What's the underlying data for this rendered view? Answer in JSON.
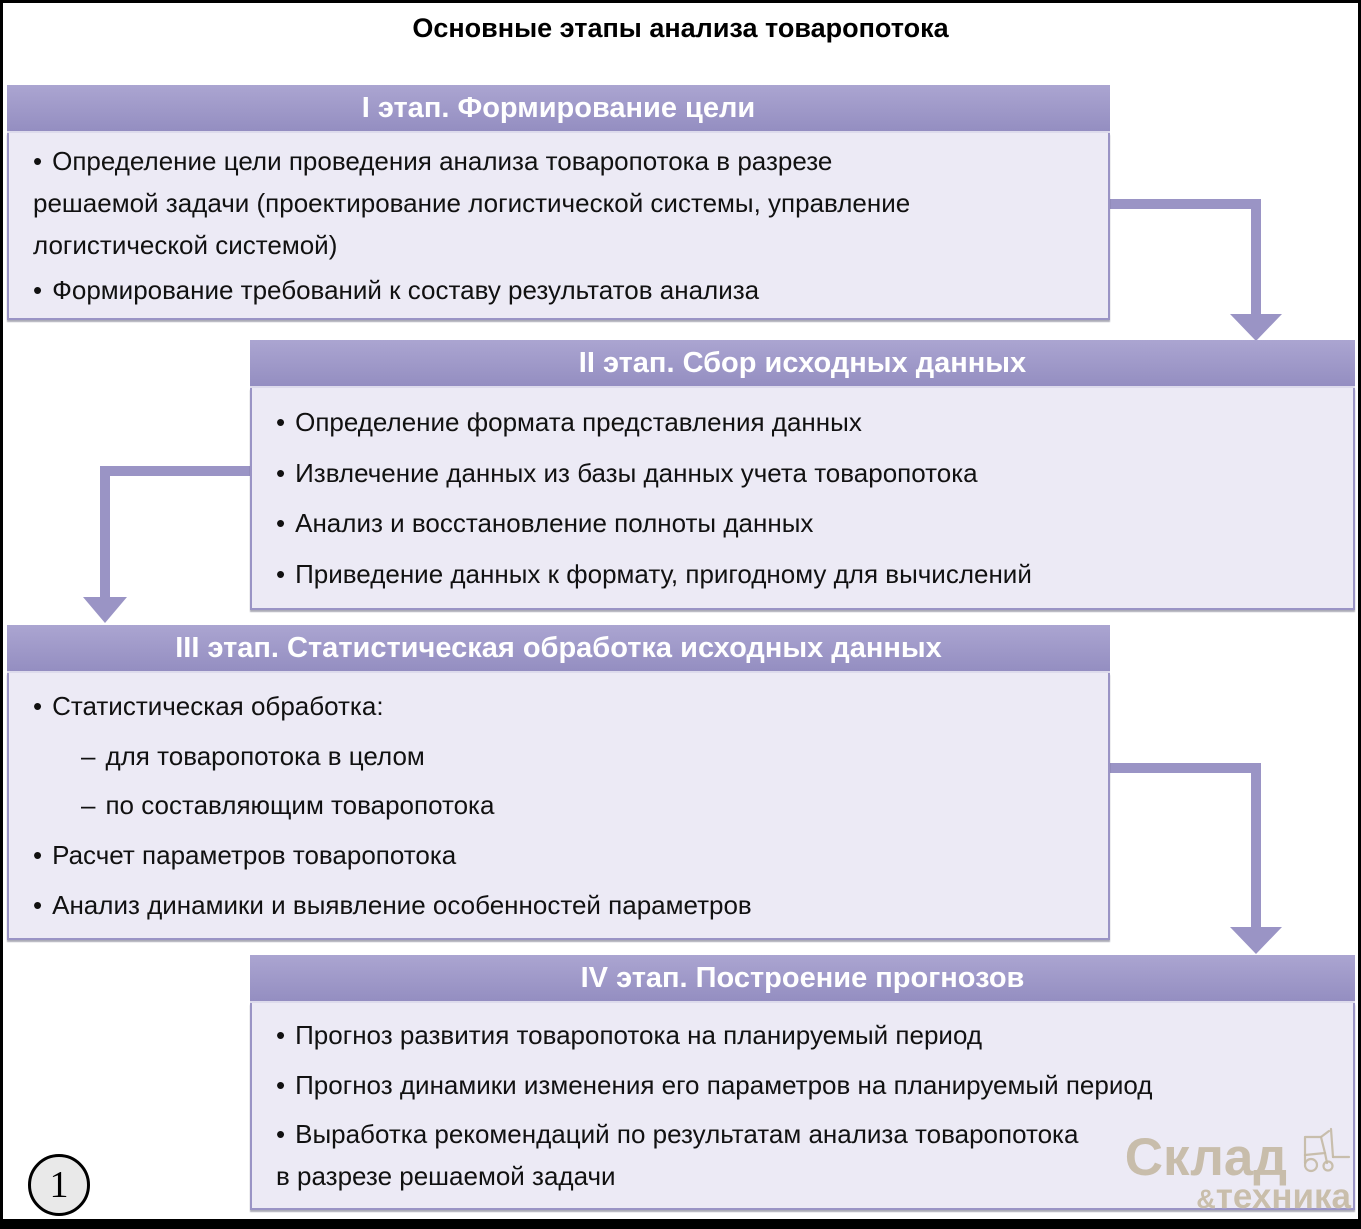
{
  "title": "Основные этапы анализа товаропотока",
  "page_number": "1",
  "watermark": {
    "line1": "Склад",
    "amp": "&",
    "line2": "техника",
    "icon": "forklift-icon"
  },
  "colors": {
    "stage_header_bg": "#9a94c5",
    "stage_body_bg": "#eceaf5",
    "stage_border": "#9a94c5",
    "arrow": "#9a94c5",
    "header_text": "#ffffff",
    "body_text": "#111111",
    "watermark_text": "#c4b9a4",
    "page_frame": "#000000",
    "page_circle_bg": "#e9e9e9"
  },
  "stages": [
    {
      "header": "I этап. Формирование цели",
      "items": [
        {
          "marker": "•",
          "text": "Определение цели проведения анализа товаропотока в разрезе\nрешаемой задачи (проектирование логистической системы, управление\nлогистической системой)"
        },
        {
          "marker": "•",
          "text": "Формирование требований к составу результатов анализа"
        }
      ]
    },
    {
      "header": "II этап. Сбор исходных данных",
      "items": [
        {
          "marker": "•",
          "text": "Определение формата представления данных"
        },
        {
          "marker": "•",
          "text": "Извлечение данных из базы данных учета товаропотока"
        },
        {
          "marker": "•",
          "text": "Анализ и восстановление полноты данных"
        },
        {
          "marker": "•",
          "text": "Приведение данных к формату, пригодному для вычислений"
        }
      ]
    },
    {
      "header": "III этап. Статистическая обработка исходных данных",
      "items": [
        {
          "marker": "•",
          "text": "Статистическая обработка:"
        },
        {
          "marker": "–",
          "text": "для товаропотока в целом"
        },
        {
          "marker": "–",
          "text": "по составляющим товаропотока"
        },
        {
          "marker": "•",
          "text": "Расчет параметров товаропотока"
        },
        {
          "marker": "•",
          "text": "Анализ динамики и выявление особенностей параметров"
        }
      ]
    },
    {
      "header": "IV этап. Построение прогнозов",
      "items": [
        {
          "marker": "•",
          "text": "Прогноз развития товаропотока на планируемый период"
        },
        {
          "marker": "•",
          "text": "Прогноз динамики изменения его параметров на планируемый период"
        },
        {
          "marker": "•",
          "text": "Выработка рекомендаций по результатам анализа товаропотока\nв разрезе решаемой задачи"
        }
      ]
    }
  ]
}
